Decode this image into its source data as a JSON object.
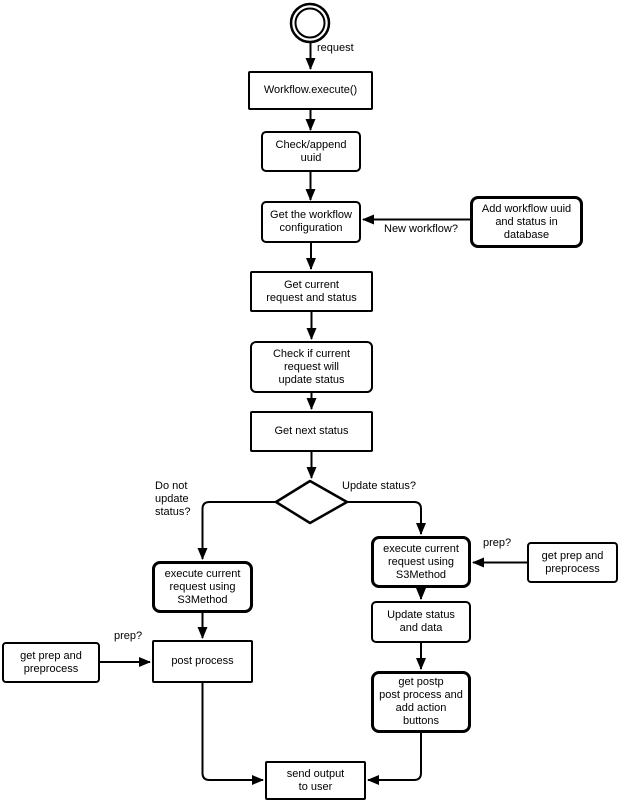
{
  "diagram": {
    "background": "#ffffff",
    "stroke_color": "#000000",
    "text_color": "#000000",
    "nodes": {
      "start": {
        "shape": "start-circle"
      },
      "workflow_execute": {
        "label": "Workflow.execute()"
      },
      "check_append_uuid": {
        "label": "Check/append\nuuid"
      },
      "get_workflow_configuration": {
        "label": "Get the workflow\nconfiguration"
      },
      "add_workflow_uuid": {
        "label": "Add workflow uuid\nand status in\ndatabase"
      },
      "get_current_request": {
        "label": "Get current\nrequest and status"
      },
      "check_current_updates": {
        "label": "Check if current\nrequest will\nupdate status"
      },
      "get_next_status": {
        "label": "Get next status"
      },
      "update_decision": {
        "shape": "diamond"
      },
      "execute_current_left": {
        "label": "execute current\nrequest using\nS3Method"
      },
      "get_prep_left": {
        "label": "get prep and\npreprocess"
      },
      "post_process": {
        "label": "post process"
      },
      "execute_current_right": {
        "label": "execute current\nrequest using\nS3Method"
      },
      "get_prep_right": {
        "label": "get prep and\npreprocess"
      },
      "update_status_data": {
        "label": "Update status\nand data"
      },
      "get_postp": {
        "label": "get postp\npost process and\nadd action\nbuttons"
      },
      "send_output": {
        "label": "send output\nto user"
      }
    },
    "edge_labels": {
      "request": "request",
      "new_workflow": "New workflow?",
      "do_not_update_status": "Do not\nupdate\nstatus?",
      "update_status": "Update status?",
      "prep_left": "prep?",
      "prep_right": "prep?"
    }
  }
}
